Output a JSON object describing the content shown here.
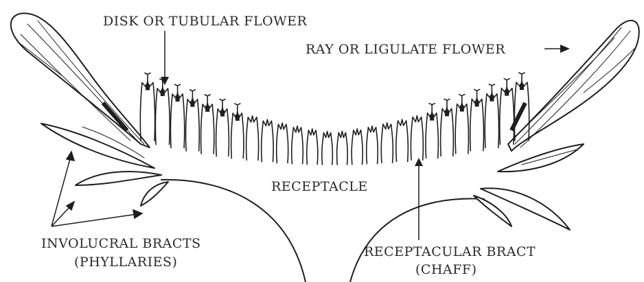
{
  "labels": {
    "disk_flower": "DISK OR TUBULAR FLOWER",
    "ray_flower": "RAY OR LIGULATE FLOWER",
    "receptacle": "RECEPTACLE",
    "involucral_line1": "INVOLUCRAL BRACTS",
    "involucral_line2": "(PHYLLARIES)",
    "receptacular_line1": "RECEPTACULAR BRACT",
    "receptacular_line2": "(CHAFF)"
  },
  "colors": {
    "ink": "#1e1e1e",
    "background": "#ffffff"
  }
}
